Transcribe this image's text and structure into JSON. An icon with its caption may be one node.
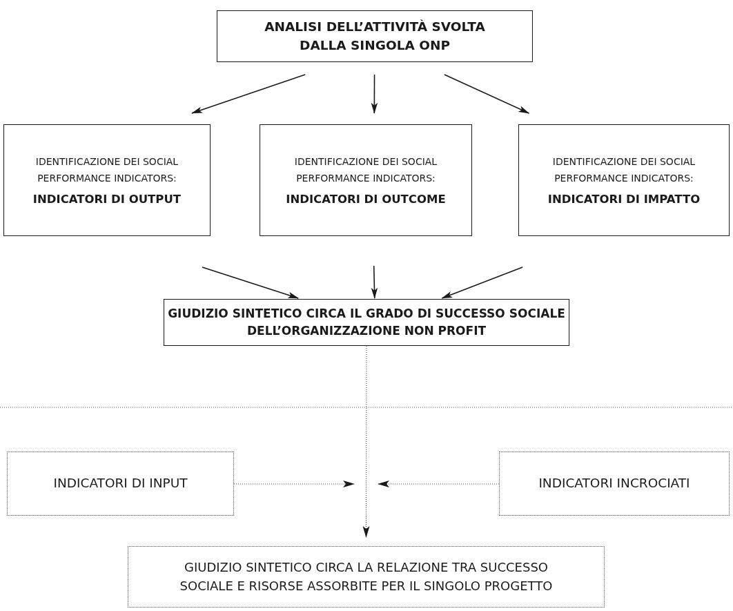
{
  "diagram": {
    "nodes": [
      {
        "text": [
          "ANALISI DELL’ATTIVITÀ SVOLTA DALLA SINGOLA ONP"
        ]
      },
      {
        "text": [
          "IDENTIFICAZIONE DEI SOCIAL PERFORMANCE INDICATORS:",
          "INDICATORI DI OUTPUT"
        ]
      },
      {
        "text": [
          "IDENTIFICAZIONE DEI SOCIAL PERFORMANCE INDICATORS:",
          "INDICATORI DI OUTCOME"
        ]
      },
      {
        "text": [
          "IDENTIFICAZIONE DEI SOCIAL PERFORMANCE INDICATORS:",
          "INDICATORI DI IMPATTO"
        ]
      },
      {
        "text": [
          "GIUDIZIO SINTETICO CIRCA IL GRADO DI SUCCESSO SOCIALE DELL’ORGANIZZAZIONE NON PROFIT"
        ]
      },
      {
        "text": [
          "INDICATORI DI INPUT"
        ]
      },
      {
        "text": [
          "INDICATORI INCROCIATI"
        ]
      },
      {
        "text": [
          "GIUDIZIO SINTETICO CIRCA LA RELAZIONE TRA SUCCESSO SOCIALE E RISORSE ASSORBITE PER IL SINGOLO PROGETTO"
        ]
      }
    ],
    "edges": [
      {
        "from": 0,
        "to": 1,
        "arrow": "to"
      },
      {
        "from": 0,
        "to": 2,
        "arrow": "to"
      },
      {
        "from": 0,
        "to": 3,
        "arrow": "to"
      },
      {
        "from": 1,
        "to": 4,
        "arrow": "to"
      },
      {
        "from": 2,
        "to": 4,
        "arrow": "to"
      },
      {
        "from": 3,
        "to": 4,
        "arrow": "to"
      },
      {
        "from": 4,
        "to": 7,
        "arrow": "to",
        "style": "dashed"
      },
      {
        "from": 5,
        "to": null,
        "arrow": "to",
        "style": "dashed"
      },
      {
        "from": 6,
        "to": null,
        "arrow": "to",
        "style": "dashed"
      }
    ]
  }
}
